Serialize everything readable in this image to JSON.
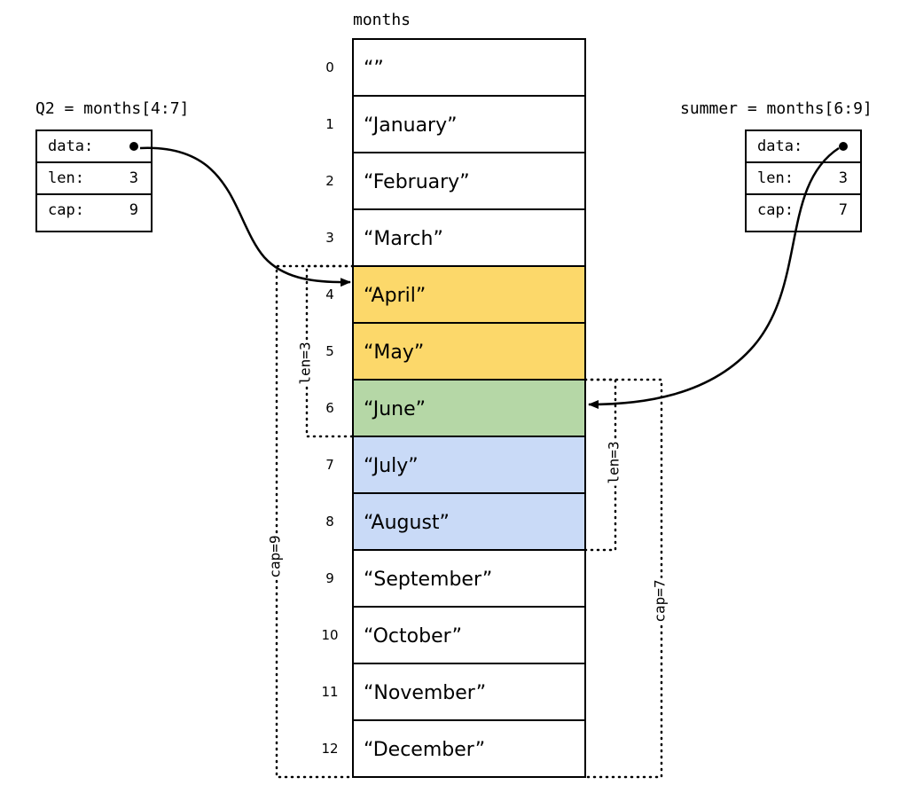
{
  "array": {
    "name": "months",
    "cells": [
      {
        "index": "0",
        "value": "“”"
      },
      {
        "index": "1",
        "value": "“January”"
      },
      {
        "index": "2",
        "value": "“February”"
      },
      {
        "index": "3",
        "value": "“March”"
      },
      {
        "index": "4",
        "value": "“April”"
      },
      {
        "index": "5",
        "value": "“May”"
      },
      {
        "index": "6",
        "value": "“June”"
      },
      {
        "index": "7",
        "value": "“July”"
      },
      {
        "index": "8",
        "value": "“August”"
      },
      {
        "index": "9",
        "value": "“September”"
      },
      {
        "index": "10",
        "value": "“October”"
      },
      {
        "index": "11",
        "value": "“November”"
      },
      {
        "index": "12",
        "value": "“December”"
      }
    ]
  },
  "slices": {
    "q2": {
      "title": "Q2 = months[4:7]",
      "data_label": "data:",
      "len_label": "len:",
      "len_value": "3",
      "cap_label": "cap:",
      "cap_value": "9",
      "len_marker": "len=3",
      "cap_marker": "cap=9"
    },
    "summer": {
      "title": "summer = months[6:9]",
      "data_label": "data:",
      "len_label": "len:",
      "len_value": "3",
      "cap_label": "cap:",
      "cap_value": "7",
      "len_marker": "len=3",
      "cap_marker": "cap=7"
    }
  },
  "colors": {
    "q2_only": "#fcd86a",
    "overlap": "#b5d7a6",
    "summer_only": "#c9daf7",
    "default": "#ffffff"
  }
}
